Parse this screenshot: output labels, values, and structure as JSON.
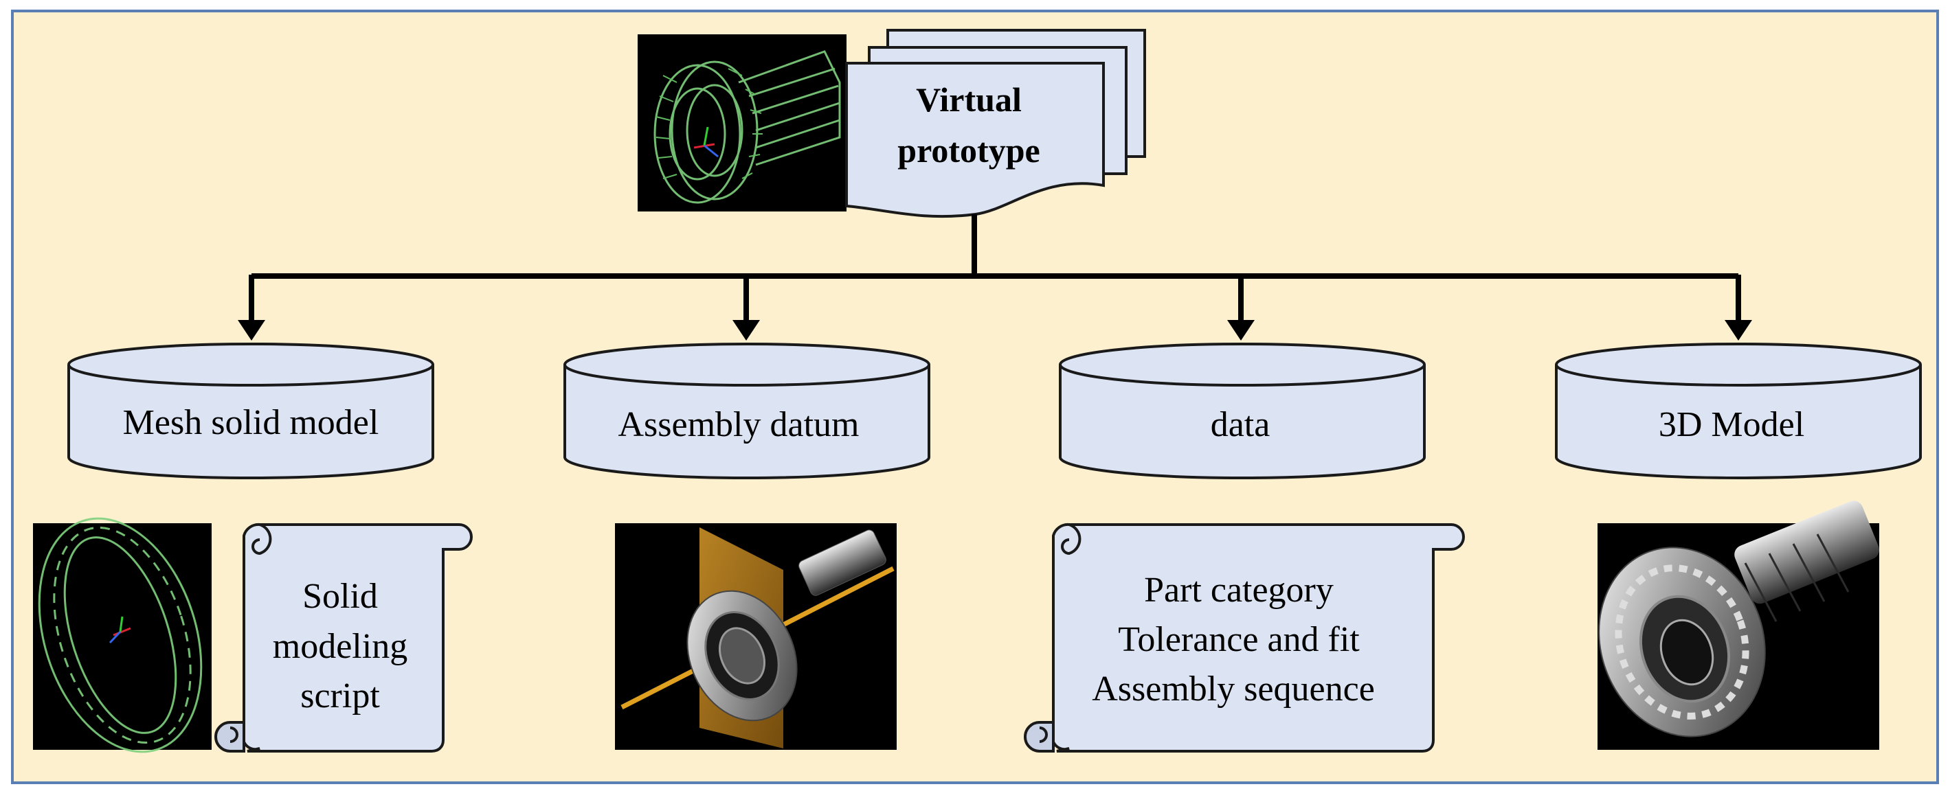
{
  "colors": {
    "background": "#fdf0cf",
    "frame_border": "#5a7fb5",
    "shape_fill": "#dce4f3",
    "shape_stroke": "#1a1a1a",
    "connector": "#000000",
    "image_bg": "#000000",
    "mesh_green": "#7fd27f",
    "steel": "#c8c8c8",
    "orange_plane": "#c98a1c"
  },
  "root": {
    "title_line1": "Virtual",
    "title_line2": "prototype",
    "icon": "gear-wireframe-image"
  },
  "branches": [
    {
      "label": "Mesh solid model",
      "icon": "database-cylinder-icon"
    },
    {
      "label": "Assembly datum",
      "icon": "database-cylinder-icon"
    },
    {
      "label": "data",
      "icon": "database-cylinder-icon"
    },
    {
      "label": "3D Model",
      "icon": "database-cylinder-icon"
    }
  ],
  "scripts": {
    "solid_modeling": {
      "lines": [
        "Solid",
        "modeling",
        "script"
      ],
      "icon": "scroll-icon"
    },
    "part_info": {
      "lines": [
        "Part category",
        "Tolerance and fit",
        "Assembly sequence"
      ],
      "icon": "scroll-icon"
    }
  },
  "images": {
    "ring_mesh": "gear-ring-mesh-image",
    "datum_plane": "gear-datum-plane-image",
    "rendered_gear": "rendered-gear-shaft-image"
  }
}
